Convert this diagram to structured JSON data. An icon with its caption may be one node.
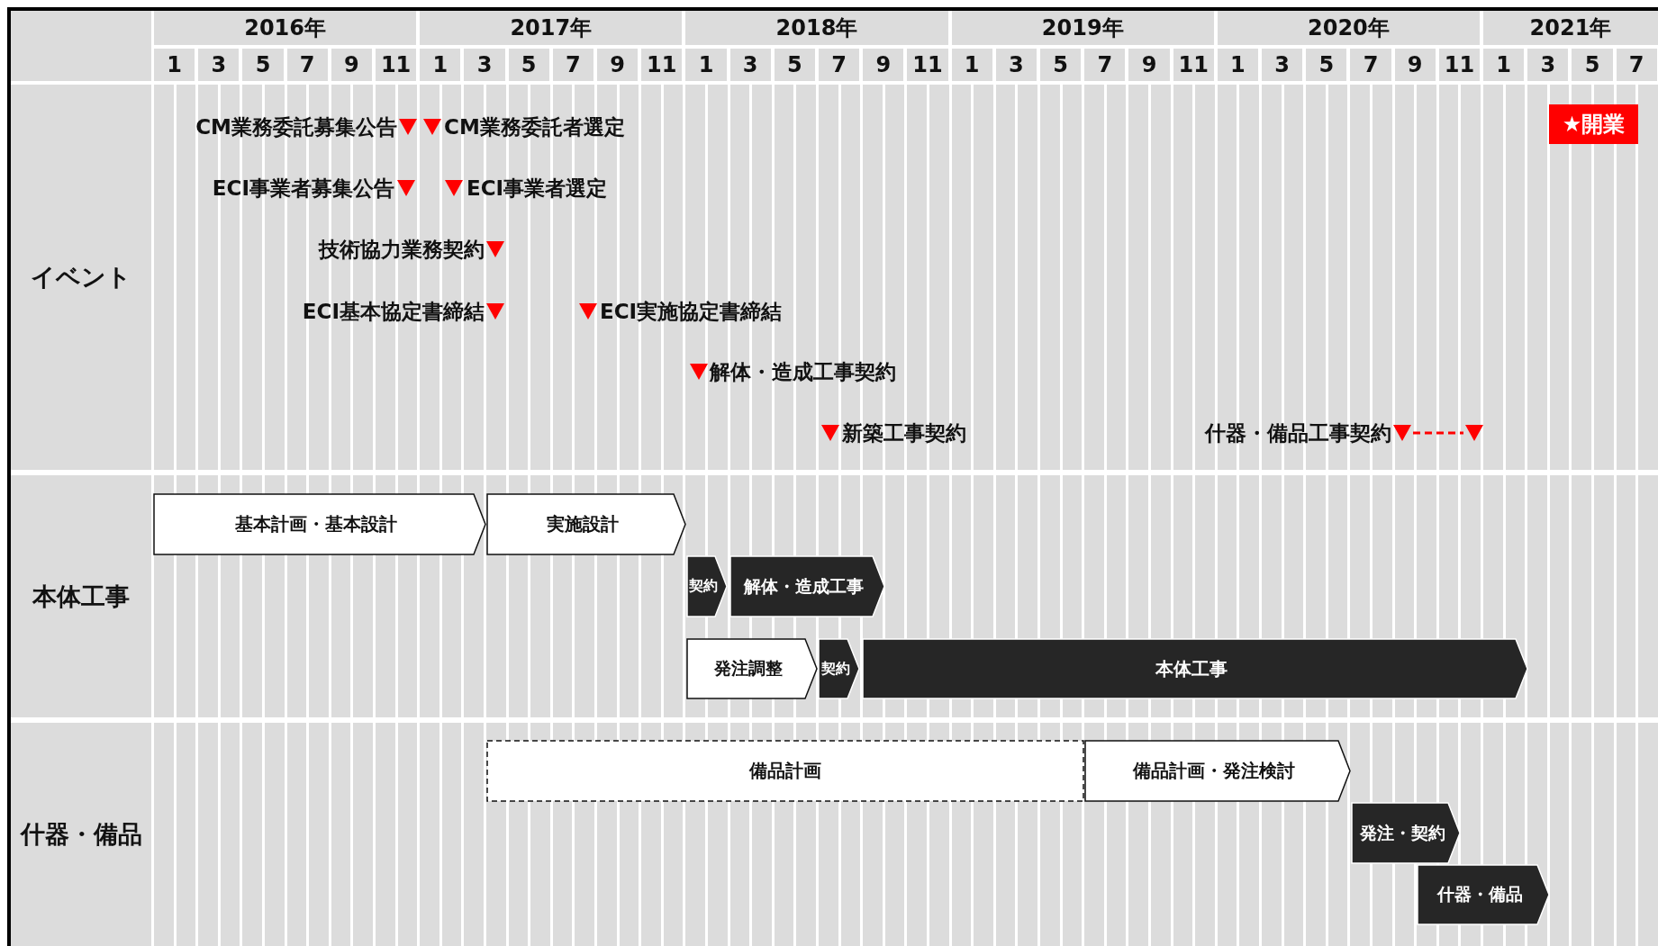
{
  "diagram": {
    "nodes": [
      {
        "text": [
          "イベント"
        ]
      },
      {
        "text": [
          "★開業"
        ],
        "in": 0
      },
      {
        "text": [
          "本体工事"
        ]
      },
      {
        "text": [
          "基本計画・基本設計"
        ],
        "in": 2
      },
      {
        "text": [
          "実施設計"
        ],
        "in": 2
      },
      {
        "text": [
          "契約"
        ],
        "in": 2
      },
      {
        "text": [
          "解体・造成工事"
        ],
        "in": 2
      },
      {
        "text": [
          "発注調整"
        ],
        "in": 2
      },
      {
        "text": [
          "契約"
        ],
        "in": 2
      },
      {
        "text": [
          "本体工事"
        ],
        "in": 2
      },
      {
        "text": [
          "什器・備品"
        ]
      },
      {
        "text": [
          "備品計画"
        ],
        "in": 10
      },
      {
        "text": [
          "備品計画・発注検討"
        ],
        "in": 10
      },
      {
        "text": [
          "発注・契約"
        ],
        "in": 10
      },
      {
        "text": [
          "什器・備品"
        ],
        "in": 10
      }
    ],
    "labels": [
      "2016年",
      "2017年",
      "2018年",
      "2019年",
      "2020年",
      "2021年",
      "1",
      "3",
      "5",
      "7",
      "9",
      "11",
      "1",
      "3",
      "5",
      "7",
      "9",
      "11",
      "1",
      "3",
      "5",
      "7",
      "9",
      "11",
      "1",
      "3",
      "5",
      "7",
      "9",
      "11",
      "1",
      "3",
      "5",
      "7",
      "9",
      "11",
      "1",
      "3",
      "5",
      "7",
      "CM業務委託募集公告",
      "CM業務委託者選定",
      "ECI事業者募集公告",
      "ECI事業者選定",
      "技術協力業務契約",
      "ECI基本協定書締結",
      "ECI実施協定書締結",
      "解体・造成工事契約",
      "新築工事契約",
      "什器・備品工事契約"
    ]
  }
}
